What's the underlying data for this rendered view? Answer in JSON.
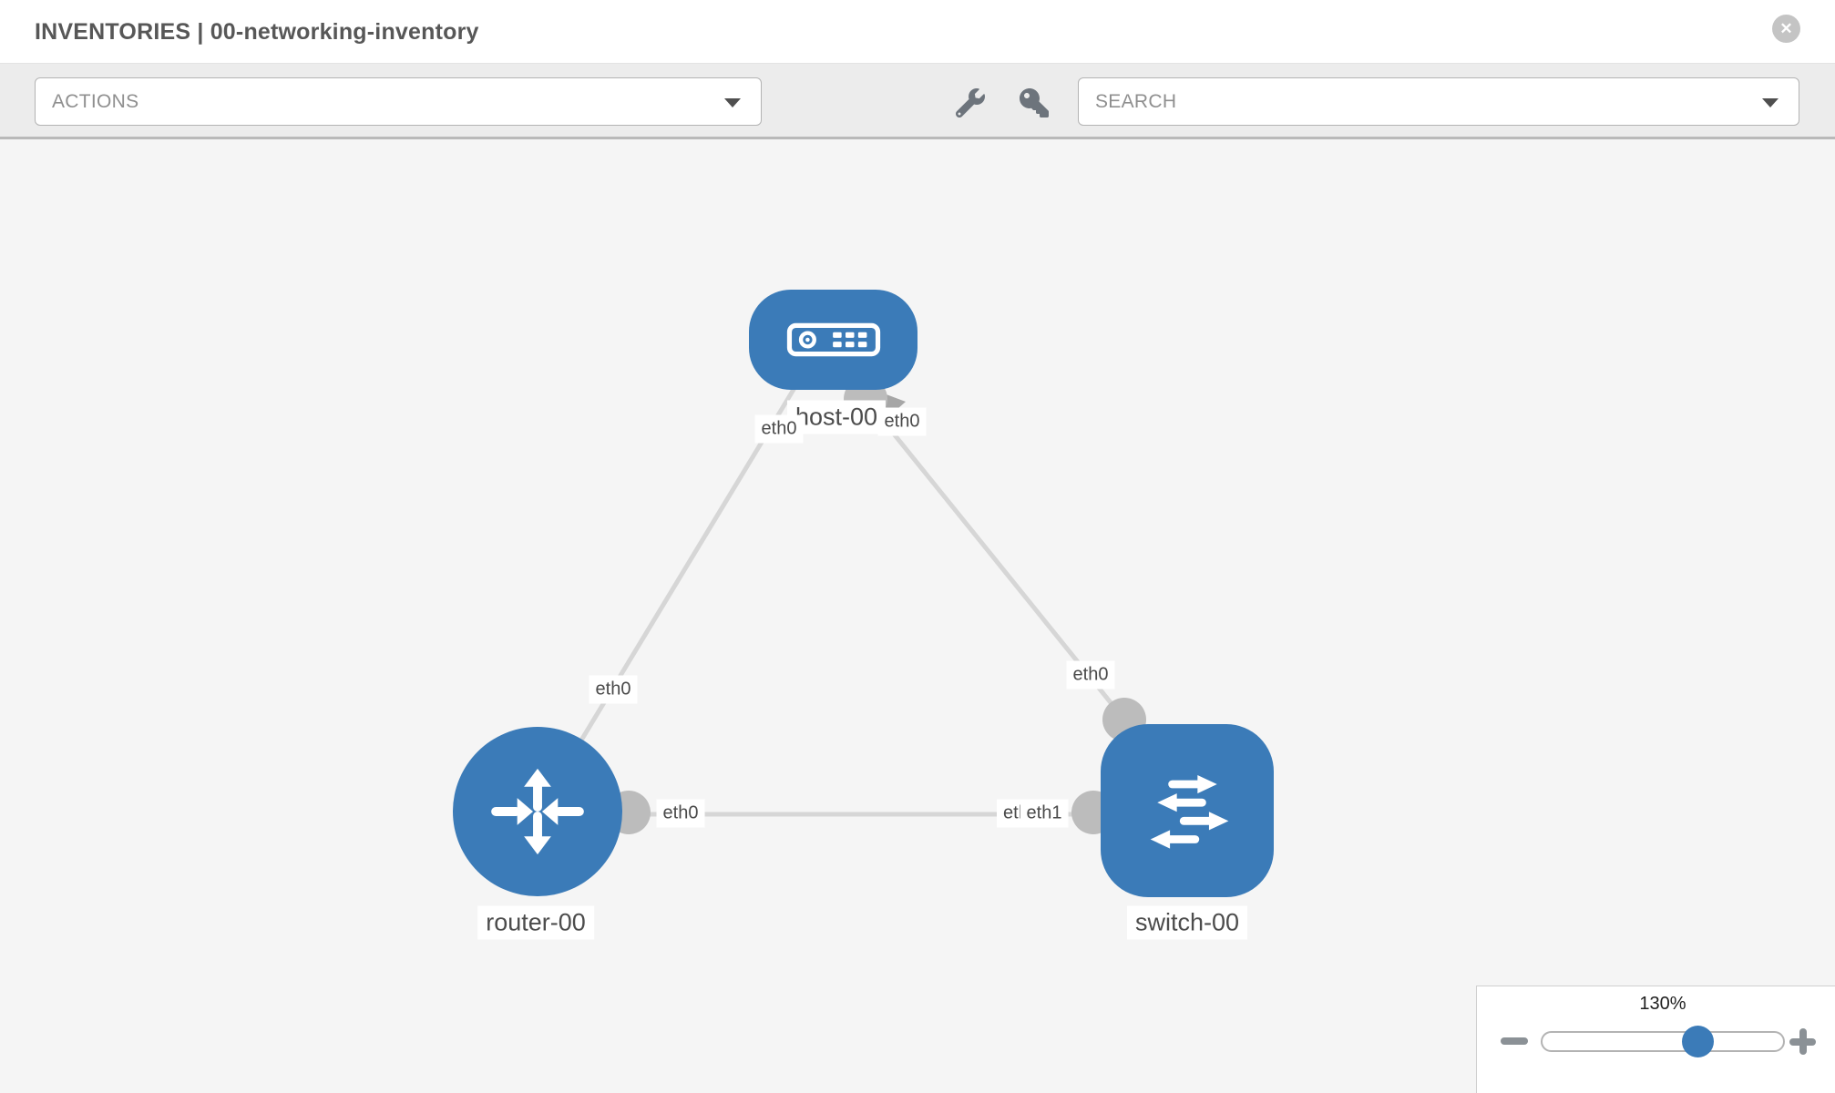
{
  "header": {
    "title": "INVENTORIES | 00-networking-inventory",
    "close_icon": "x-circle-icon"
  },
  "toolbar": {
    "actions_placeholder": "ACTIONS",
    "search_placeholder": "SEARCH",
    "icons": [
      "wrench-icon",
      "key-icon"
    ]
  },
  "topology": {
    "nodes": [
      {
        "name": "host-00",
        "type": "host",
        "icon": "server-icon",
        "shape": "rounded-rect"
      },
      {
        "name": "router-00",
        "type": "router",
        "icon": "router-arrows-icon",
        "shape": "circle"
      },
      {
        "name": "switch-00",
        "type": "switch",
        "icon": "switch-arrows-icon",
        "shape": "rounded-square"
      }
    ],
    "links": [
      {
        "from": "router-00",
        "to": "host-00",
        "label": "eth0"
      },
      {
        "from": "host-00",
        "to": "switch-00",
        "label": "eth0"
      },
      {
        "from": "router-00",
        "to": "switch-00",
        "left_label": "eth0",
        "right_labels": [
          "eth0",
          "eth1"
        ]
      }
    ],
    "interface_labels": {
      "host_left": "eth0",
      "host_right": "eth0",
      "router_host_link": "eth0",
      "host_switch_link": "eth0",
      "router_switch_left": "eth0",
      "router_switch_right_back": "eth0",
      "router_switch_right_front": "eth1"
    },
    "colors": {
      "node_blue": "#3b7bb8",
      "link_gray": "#d6d6d6",
      "port_gray": "#bcbcbc",
      "canvas_bg": "#f5f5f5"
    }
  },
  "zoom_control": {
    "percent_label": "130%",
    "value_percent": 130
  }
}
